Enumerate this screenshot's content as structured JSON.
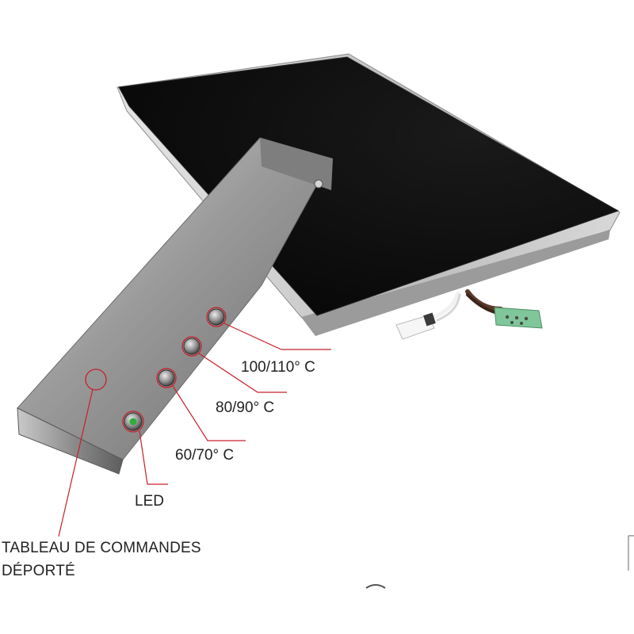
{
  "labels": {
    "control_panel_line1": "TABLEAU DE COMMANDES",
    "control_panel_line2": "DÉPORTÉ",
    "led": "LED",
    "temp_60_70": "60/70° C",
    "temp_80_90": "80/90° C",
    "temp_100_110": "100/110° C"
  },
  "colors": {
    "callout_red": "#c8202a",
    "glass_top": "#0b0b0b",
    "steel": "#a9a9a9",
    "led_green": "#2fae3a"
  }
}
